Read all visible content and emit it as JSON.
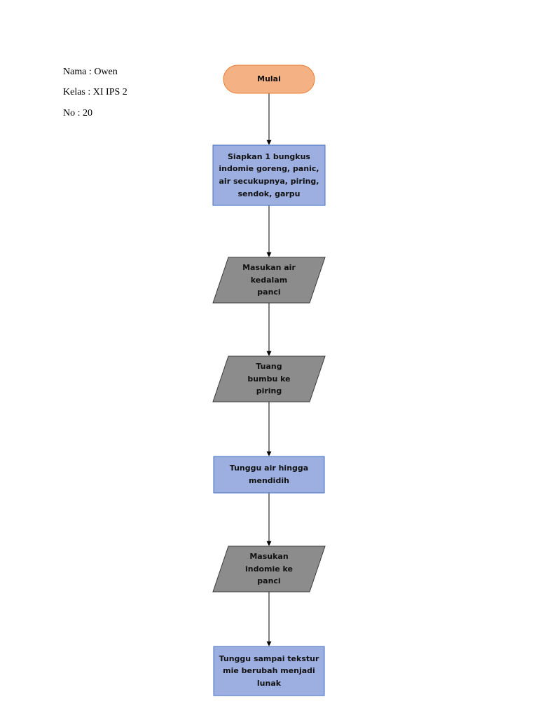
{
  "student": {
    "name": "Nama : Owen",
    "class": "Kelas : XI IPS 2",
    "number": "No : 20"
  },
  "flowchart": {
    "nodes": [
      {
        "id": "start",
        "shape": "terminator",
        "label": "Mulai"
      },
      {
        "id": "step1",
        "shape": "process",
        "label": "Siapkan 1 bungkus\nindomie goreng, panic,\nair secukupnya, piring,\nsendok, garpu"
      },
      {
        "id": "step2",
        "shape": "input-output",
        "label": "Masukan air\nkedalam\npanci"
      },
      {
        "id": "step3",
        "shape": "input-output",
        "label": "Tuang\nbumbu ke\npiring"
      },
      {
        "id": "step4",
        "shape": "process",
        "label": "Tunggu air hingga\nmendidih"
      },
      {
        "id": "step5",
        "shape": "input-output",
        "label": "Masukan\nindomie ke\npanci"
      },
      {
        "id": "step6",
        "shape": "process",
        "label": "Tunggu sampai tekstur\nmie berubah menjadi\nlunak"
      }
    ]
  },
  "colors": {
    "terminator_fill": "#f4b183",
    "terminator_stroke": "#ed7d31",
    "process_fill": "#9dafe0",
    "process_stroke": "#4472c4",
    "io_fill": "#8c8c8c",
    "io_stroke": "#3a3a3a",
    "arrow": "#000000"
  }
}
